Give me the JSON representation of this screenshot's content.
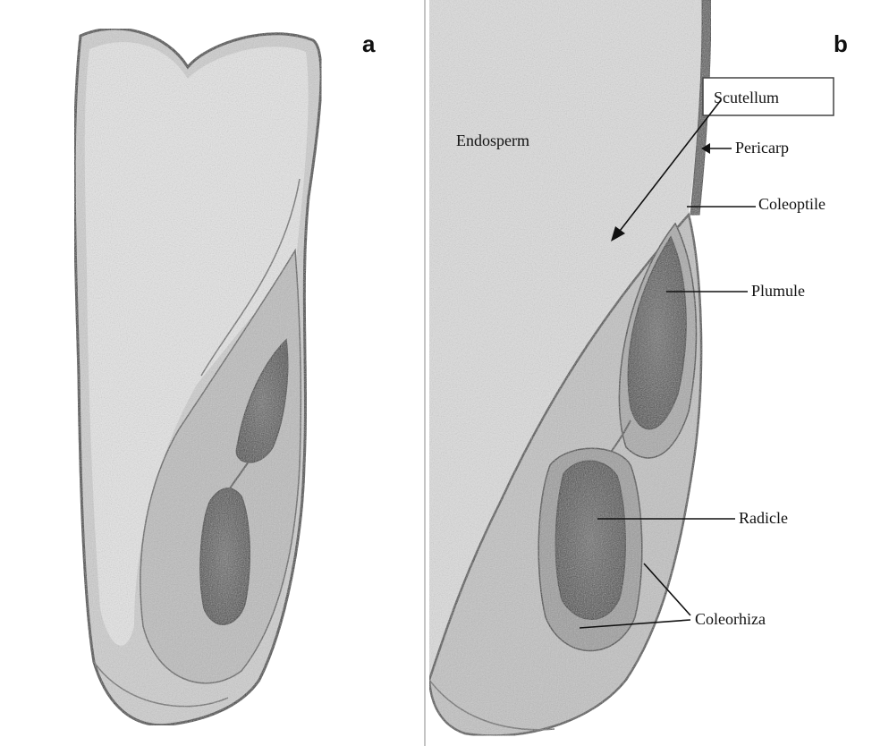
{
  "panels": [
    {
      "letter": "a"
    },
    {
      "letter": "b"
    }
  ],
  "labels": {
    "scutellum": "Scutellum",
    "endosperm": "Endosperm",
    "pericarp": "Pericarp",
    "coleoptile": "Coleoptile",
    "plumule": "Plumule",
    "radicle": "Radicle",
    "coleorhiza": "Coleorhiza"
  }
}
